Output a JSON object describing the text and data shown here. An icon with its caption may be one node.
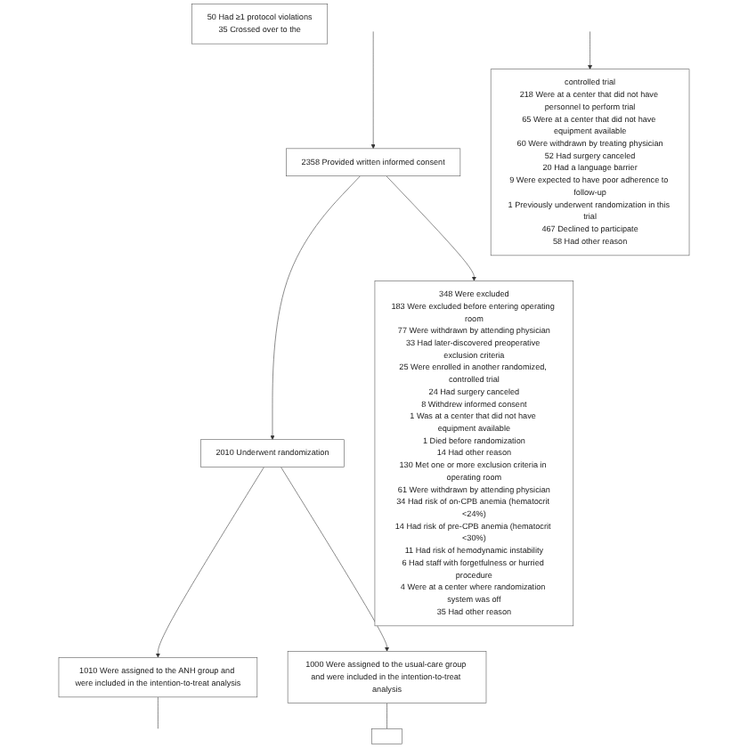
{
  "diagram": {
    "nodes": [
      {
        "text": [
          "controlled trial",
          "218 Were at a center that did not have personnel to perform trial",
          "65 Were at a center that did not have equipment available",
          "60 Were withdrawn by treating physician",
          "52 Had surgery canceled",
          "20 Had a language barrier",
          "9 Were expected to have poor adherence to follow-up",
          "1 Previously underwent randomization in this trial",
          "467 Declined to participate",
          "58 Had other reason"
        ]
      },
      {
        "text": [
          "2358 Provided written informed consent"
        ]
      },
      {
        "text": [
          "348 Were excluded",
          "183 Were excluded before entering operating room",
          "77 Were withdrawn by attending physician",
          "33 Had later-discovered preoperative exclusion criteria",
          "25 Were enrolled in another randomized, controlled trial",
          "24 Had surgery canceled",
          "8 Withdrew informed consent",
          "1 Was at a center that did not have equipment available",
          "1 Died before randomization",
          "14 Had other reason",
          "130 Met one or more exclusion criteria in operating room",
          "61 Were withdrawn by attending physician",
          "34 Had risk of on-CPB anemia (hematocrit <24%)",
          "14 Had risk of pre-CPB anemia (hematocrit <30%)",
          "11 Had risk of hemodynamic instability",
          "6 Had staff with forgetfulness or hurried procedure",
          "4 Were at a center where randomization system was off",
          "35 Had other reason"
        ]
      },
      {
        "text": [
          "2010 Underwent randomization"
        ]
      },
      {
        "text": [
          "1010 Were assigned to the ANH group and were included in the intention-to-treat analysis"
        ]
      },
      {
        "text": [
          "1000 Were assigned to the usual-care group and were included in the intention-to-treat analysis"
        ]
      },
      {
        "text": [
          "50 Had ≥1 protocol violations",
          "35 Crossed over to the"
        ]
      },
      {
        "text": [],
        "shape": "box"
      }
    ],
    "edges": [
      {
        "from": null,
        "to": 0,
        "arrow": "to"
      },
      {
        "from": null,
        "to": 1,
        "arrow": "to"
      },
      {
        "from": 1,
        "to": 2,
        "arrow": "to"
      },
      {
        "from": 1,
        "to": 3,
        "arrow": "to"
      },
      {
        "from": 3,
        "to": 4,
        "arrow": "to"
      },
      {
        "from": 3,
        "to": 5,
        "arrow": "to"
      },
      {
        "from": 4,
        "to": null,
        "arrow": "none"
      },
      {
        "from": 5,
        "to": 7,
        "arrow": "none"
      }
    ]
  }
}
